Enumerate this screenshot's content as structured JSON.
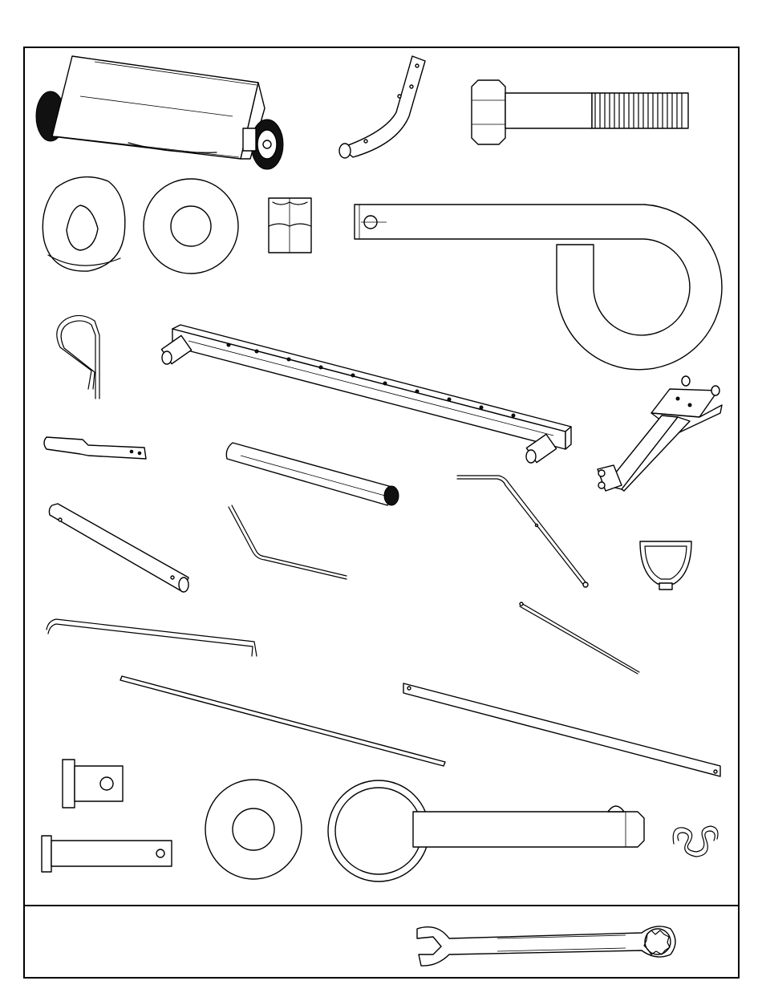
{
  "diagram": {
    "sections": [
      "parts-panel",
      "tools-panel"
    ],
    "colors": {
      "line": "#000000",
      "background": "#ffffff",
      "tire": "#111111"
    },
    "parts": [
      "spreader-hopper-with-wheels",
      "bent-handle-tube",
      "hex-bolt",
      "tapered-spacer",
      "flat-washer",
      "hex-nut",
      "hitch-hook-bar",
      "hairpin-cotter-pin",
      "axle-frame-bar",
      "hitch-bracket-assembly",
      "lever-arm",
      "agitator-tube",
      "bent-tube",
      "bent-control-rod",
      "long-linkage-rod",
      "rubber-cap",
      "short-bent-rod",
      "pointed-rod",
      "straight-rod",
      "flat-strap-bar",
      "flange-bushing",
      "clevis-pin",
      "large-washer",
      "ring-pull-pin",
      "wire-spring-clip"
    ],
    "tools": [
      "combination-wrench"
    ]
  }
}
